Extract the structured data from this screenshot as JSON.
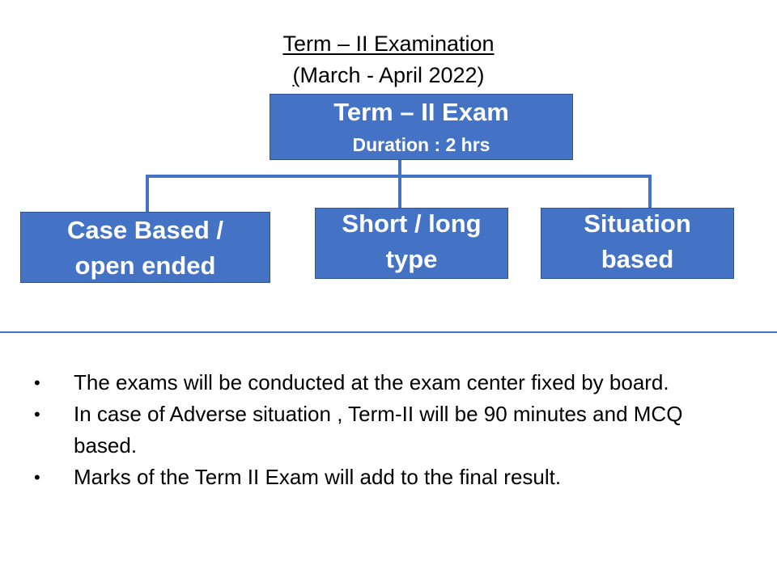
{
  "title": {
    "line1": "Term – II Examination",
    "line2_prefix": "(",
    "line2_rest": "March - April 2022)"
  },
  "chart": {
    "root": {
      "title": "Term – II Exam",
      "subtitle": "Duration : 2 hrs"
    },
    "children": [
      {
        "line1": "Case Based /",
        "line2": "open ended"
      },
      {
        "line1": "Short / long",
        "line2": "type"
      },
      {
        "line1": "Situation",
        "line2": "based"
      }
    ]
  },
  "colors": {
    "box_fill": "#4472c4",
    "box_border": "#2f5597",
    "text_on_box": "#ffffff"
  },
  "bullets": {
    "marker": "•",
    "items": [
      "The exams will be conducted at the exam center fixed by board.",
      "In case of Adverse situation , Term-II will be 90 minutes and MCQ based.",
      "Marks of the Term II Exam will add to the final result."
    ]
  }
}
